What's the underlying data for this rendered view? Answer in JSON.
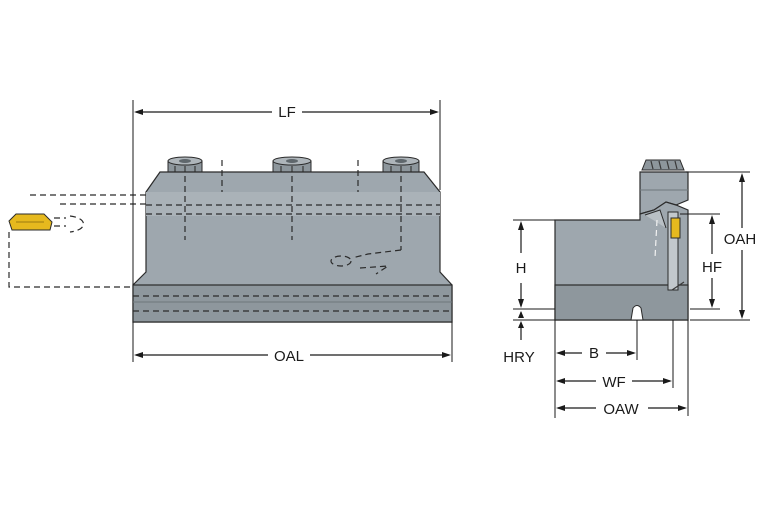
{
  "labels": {
    "lf": "LF",
    "oal": "OAL",
    "h": "H",
    "hry": "HRY",
    "b": "B",
    "wf": "WF",
    "oaw": "OAW",
    "oah": "OAH",
    "hf": "HF"
  },
  "colors": {
    "body": "#9ea7ae",
    "body_dark": "#7f888f",
    "body_light": "#b9c0c5",
    "insert": "#e6b91e",
    "line": "#1a1a1a"
  }
}
